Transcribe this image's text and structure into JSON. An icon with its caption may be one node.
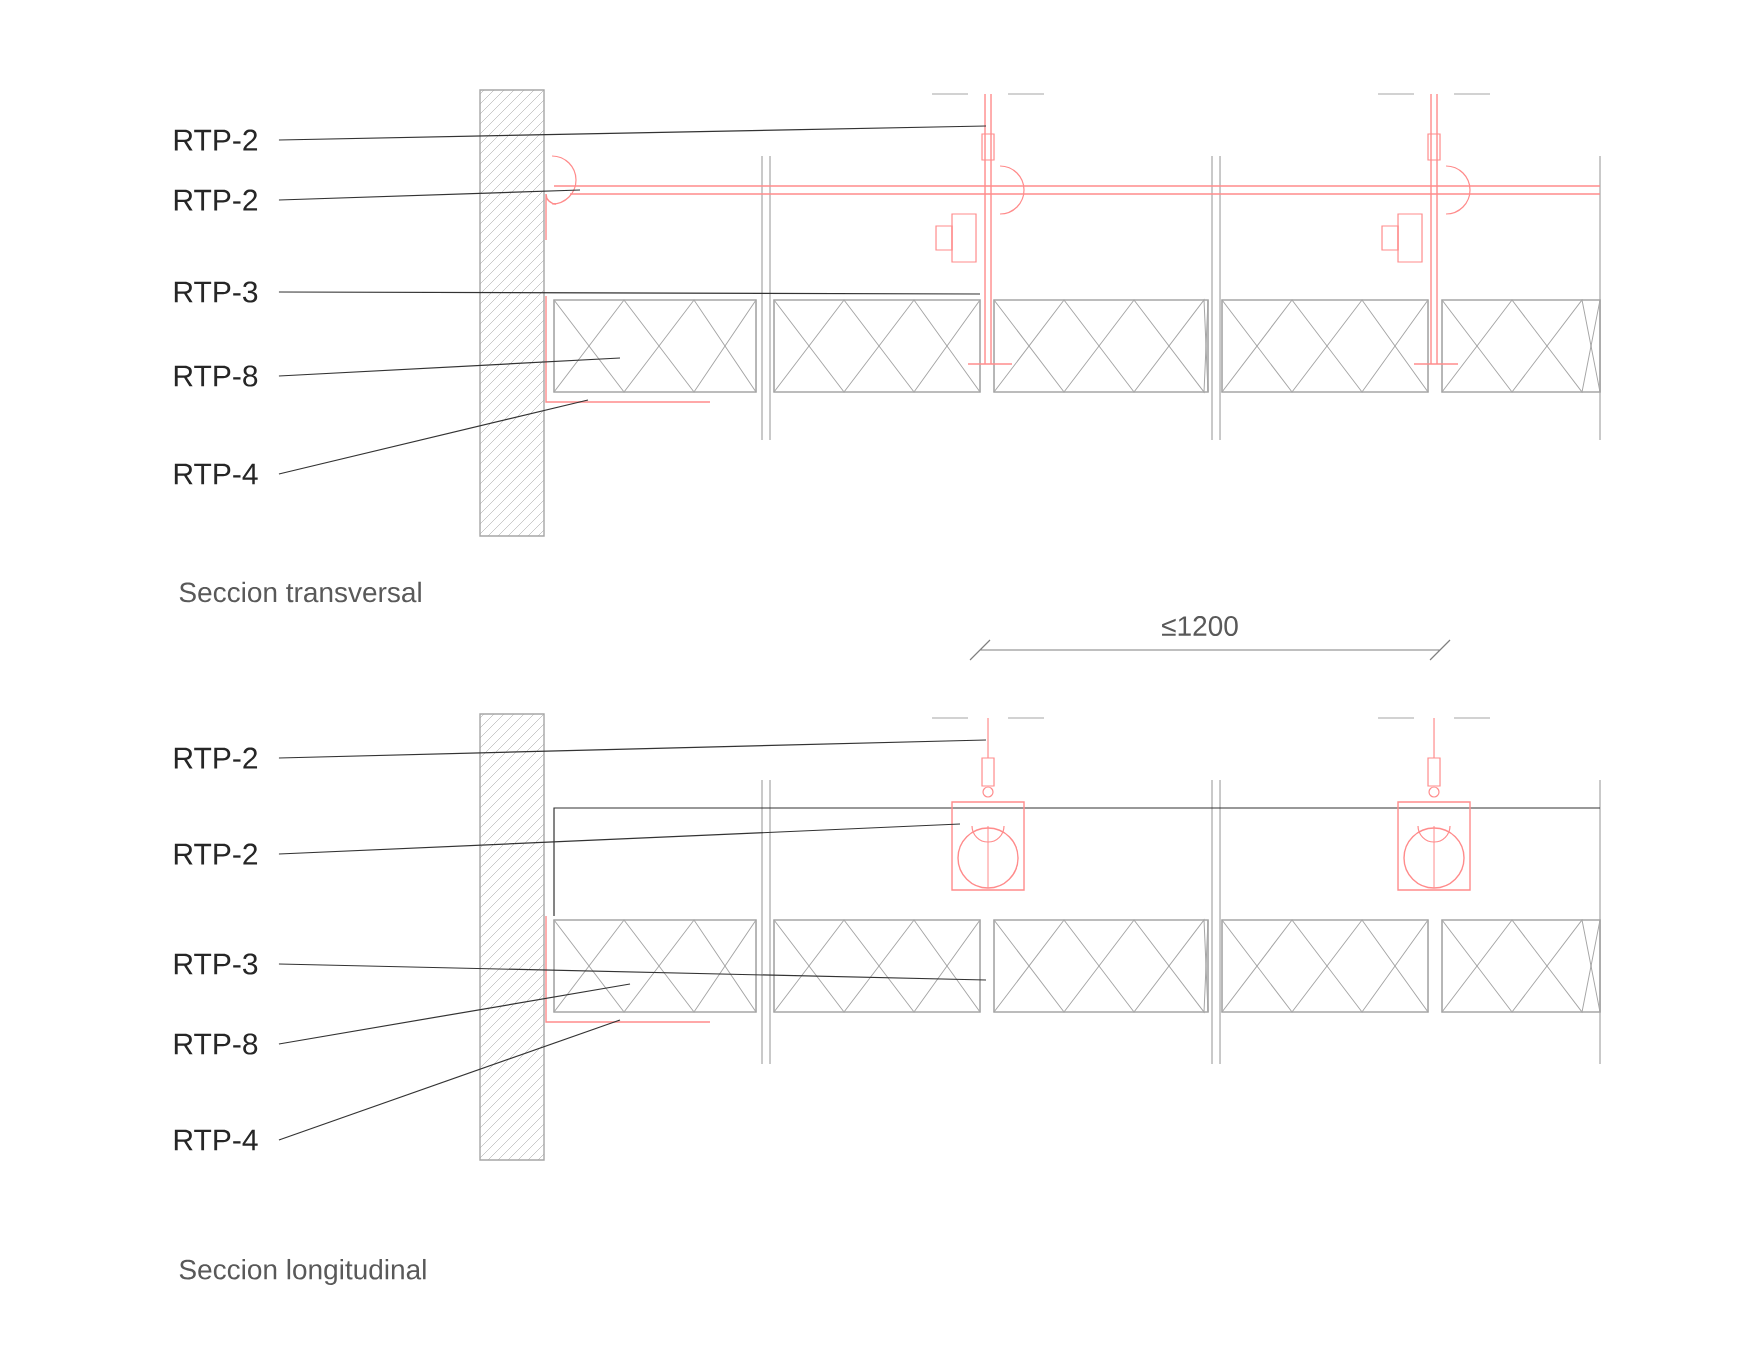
{
  "diagram": {
    "nodes": [
      {
        "text": [
          "RTP-2"
        ]
      },
      {
        "text": [
          "RTP-2"
        ]
      },
      {
        "text": [
          "RTP-3"
        ]
      },
      {
        "text": [
          "RTP-8"
        ]
      },
      {
        "text": [
          "RTP-4"
        ]
      },
      {
        "text": [
          "RTP-2"
        ]
      },
      {
        "text": [
          "RTP-2"
        ]
      },
      {
        "text": [
          "RTP-3"
        ]
      },
      {
        "text": [
          "RTP-8"
        ]
      },
      {
        "text": [
          "RTP-4"
        ]
      }
    ],
    "edges": [
      {
        "from": 0,
        "to": null,
        "arrow": "none"
      },
      {
        "from": 1,
        "to": null,
        "arrow": "none"
      },
      {
        "from": 2,
        "to": null,
        "arrow": "none"
      },
      {
        "from": 3,
        "to": null,
        "arrow": "none"
      },
      {
        "from": 4,
        "to": null,
        "arrow": "none"
      },
      {
        "from": 5,
        "to": null,
        "arrow": "none"
      },
      {
        "from": 6,
        "to": null,
        "arrow": "none"
      },
      {
        "from": 7,
        "to": null,
        "arrow": "none"
      },
      {
        "from": 8,
        "to": null,
        "arrow": "none"
      },
      {
        "from": 9,
        "to": null,
        "arrow": "none"
      }
    ],
    "labels": [
      "Seccion transversal",
      "≤1200",
      "Seccion longitudinal"
    ]
  }
}
